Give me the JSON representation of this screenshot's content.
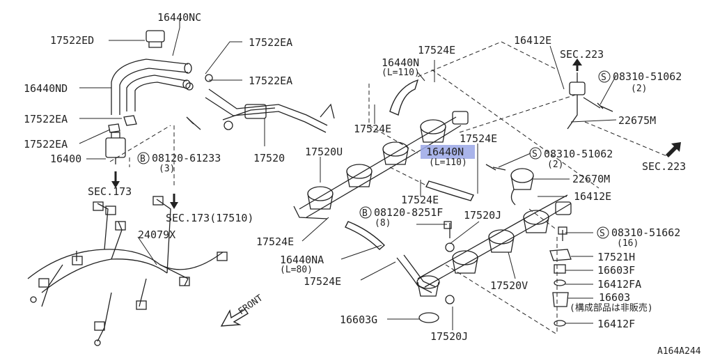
{
  "labels": {
    "p16440nc": "16440NC",
    "p17522ed": "17522ED",
    "p17522ea_top": "17522EA",
    "p17522ea_mid": "17522EA",
    "p16440nd": "16440ND",
    "p17522ea_left1": "17522EA",
    "p17522ea_left2": "17522EA",
    "p16400": "16400",
    "bolt_08120_61233": "08120-61233",
    "bolt_08120_61233_qty": "(3)",
    "p17520": "17520",
    "sec173": "SEC.173",
    "sec173_17510": "SEC.173(17510)",
    "p24079x": "24079X",
    "p16440n": "16440N",
    "p16440n_len": "(L=110)",
    "p17524e_top": "17524E",
    "p17524e_2": "17524E",
    "p16412e_top": "16412E",
    "sec223_top": "SEC.223",
    "screw_08310_51062_a": "08310-51062",
    "screw_08310_51062_a_qty": "(2)",
    "p22675m": "22675M",
    "p17520u": "17520U",
    "p16440_hl": "16440N",
    "p16440_hl_len": "(L=110)",
    "p17524e_3": "17524E",
    "screw_08310_51062_b": "08310-51062",
    "screw_08310_51062_b_qty": "(2)",
    "sec223_right": "SEC.223",
    "p22670m": "22670M",
    "p17524e_4": "17524E",
    "p16412e_mid": "16412E",
    "bolt_08120_8251f": "08120-8251F",
    "bolt_08120_8251f_qty": "(8)",
    "p17520j_top": "17520J",
    "p17524e_5": "17524E",
    "screw_08310_51662": "08310-51662",
    "screw_08310_51662_qty": "(16)",
    "p17521h": "17521H",
    "p16440na": "16440NA",
    "p16440na_len": "(L=80)",
    "p16603f": "16603F",
    "p17524e_6": "17524E",
    "p17520v": "17520V",
    "p16412fa": "16412FA",
    "p16603": "16603",
    "p16603_note": "(構成部品は非販売)",
    "front": "FRONT",
    "p16603g": "16603G",
    "p17520j_bottom": "17520J",
    "p16412f": "16412F",
    "diagram_code": "A164A244",
    "circle_s": "S",
    "circle_b": "B"
  },
  "colors": {
    "line": "#222222",
    "highlight": "#9aa7e6",
    "background": "#ffffff"
  }
}
